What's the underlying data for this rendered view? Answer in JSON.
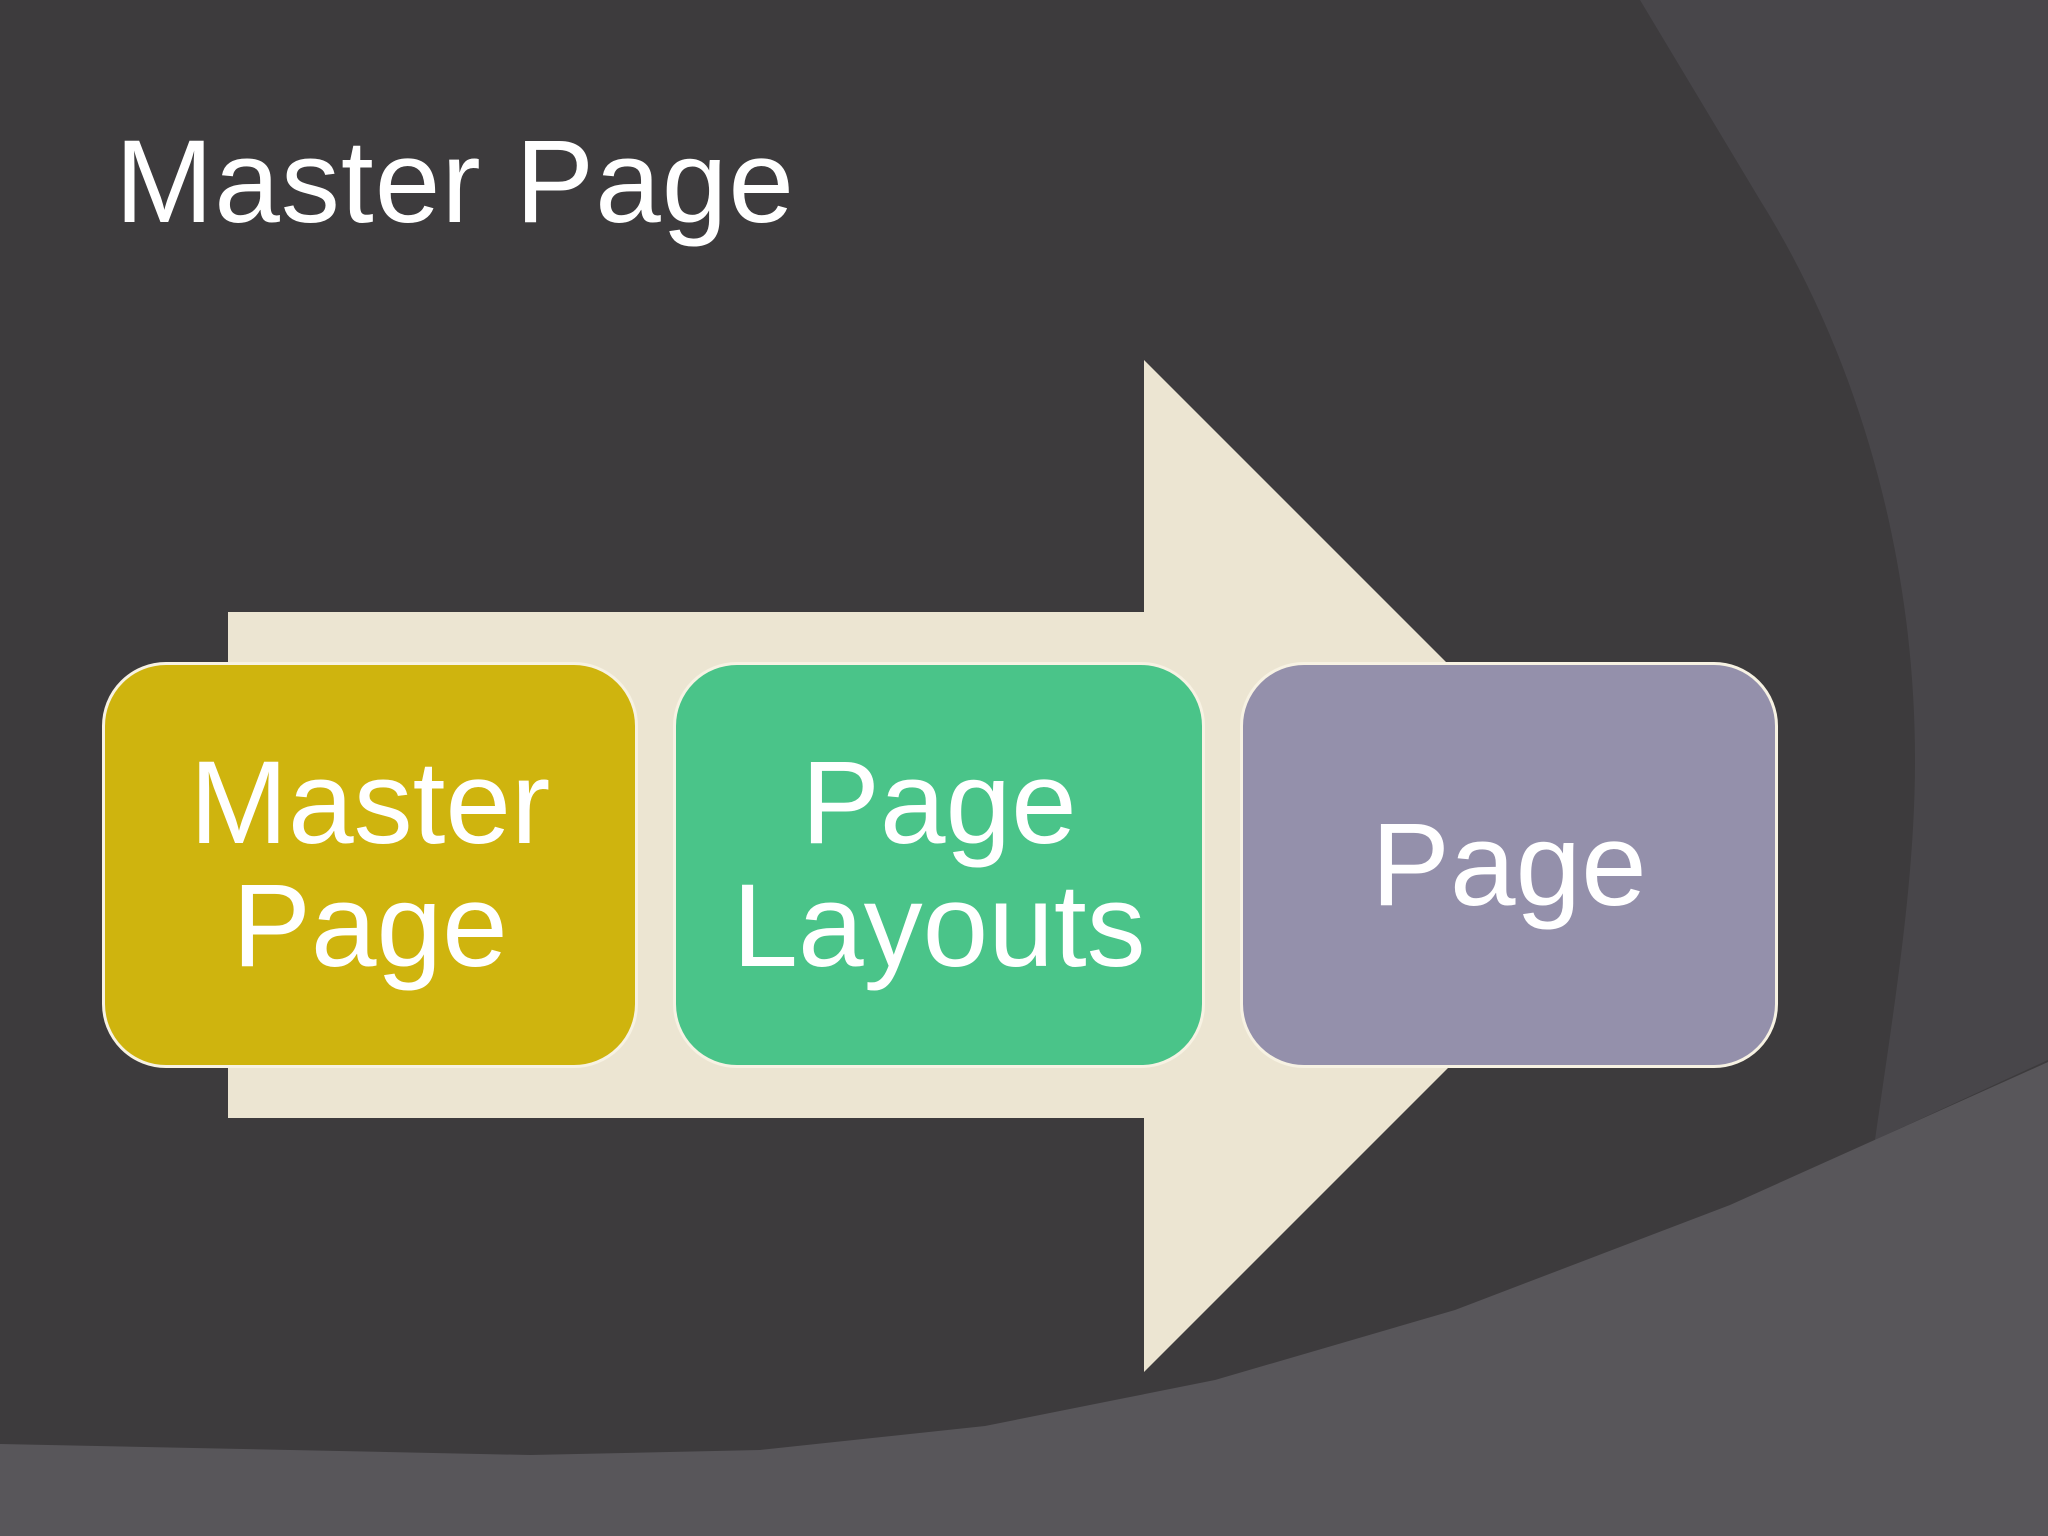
{
  "slide": {
    "title": "Master Page"
  },
  "diagram": {
    "steps": [
      {
        "label": "Master\nPage",
        "color": "#cfb40e"
      },
      {
        "label": "Page\nLayouts",
        "color": "#4ac489"
      },
      {
        "label": "Page",
        "color": "#9490ab"
      }
    ],
    "arrow_color": "#ece5d2"
  },
  "theme": {
    "background": "#3d3b3d",
    "accent_shape": "#58565a",
    "text_color": "#ffffff"
  }
}
